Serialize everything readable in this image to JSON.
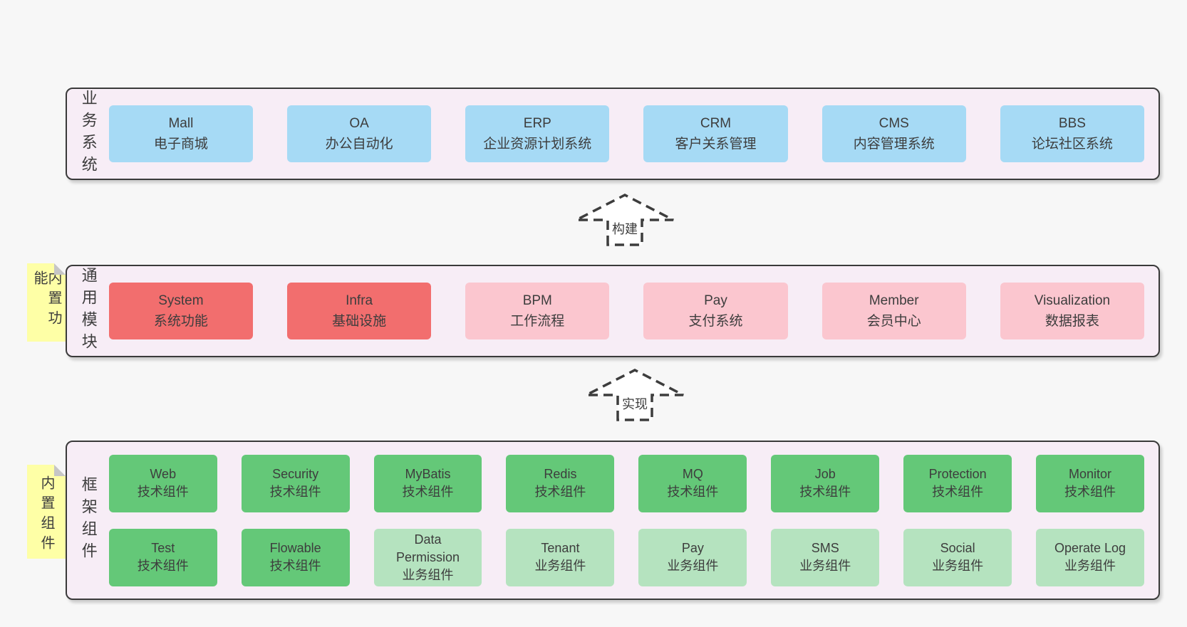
{
  "diagram": {
    "arrows": [
      {
        "label": "构建"
      },
      {
        "label": "实现"
      }
    ],
    "layers": [
      {
        "label": "业务系统",
        "boxes": [
          {
            "en": "Mall",
            "zh": "电子商城"
          },
          {
            "en": "OA",
            "zh": "办公自动化"
          },
          {
            "en": "ERP",
            "zh": "企业资源计划系统"
          },
          {
            "en": "CRM",
            "zh": "客户关系管理"
          },
          {
            "en": "CMS",
            "zh": "内容管理系统"
          },
          {
            "en": "BBS",
            "zh": "论坛社区系统"
          }
        ]
      },
      {
        "label": "通用模块",
        "note": "内置功能",
        "boxes": [
          {
            "en": "System",
            "zh": "系统功能"
          },
          {
            "en": "Infra",
            "zh": "基础设施"
          },
          {
            "en": "BPM",
            "zh": "工作流程"
          },
          {
            "en": "Pay",
            "zh": "支付系统"
          },
          {
            "en": "Member",
            "zh": "会员中心"
          },
          {
            "en": "Visualization",
            "zh": "数据报表"
          }
        ]
      },
      {
        "label": "框架组件",
        "note": "内置组件",
        "row1": [
          {
            "en": "Web",
            "zh": "技术组件"
          },
          {
            "en": "Security",
            "zh": "技术组件"
          },
          {
            "en": "MyBatis",
            "zh": "技术组件"
          },
          {
            "en": "Redis",
            "zh": "技术组件"
          },
          {
            "en": "MQ",
            "zh": "技术组件"
          },
          {
            "en": "Job",
            "zh": "技术组件"
          },
          {
            "en": "Protection",
            "zh": "技术组件"
          },
          {
            "en": "Monitor",
            "zh": "技术组件"
          }
        ],
        "row2": [
          {
            "en": "Test",
            "zh": "技术组件"
          },
          {
            "en": "Flowable",
            "zh": "技术组件"
          },
          {
            "en": "Data Permission",
            "zh": "业务组件"
          },
          {
            "en": "Tenant",
            "zh": "业务组件"
          },
          {
            "en": "Pay",
            "zh": "业务组件"
          },
          {
            "en": "SMS",
            "zh": "业务组件"
          },
          {
            "en": "Social",
            "zh": "业务组件"
          },
          {
            "en": "Operate Log",
            "zh": "业务组件"
          }
        ]
      }
    ],
    "colors": {
      "page_bg": "#f7f7f7",
      "layer_bg": "#f7edf6",
      "layer_border": "#3a3a3a",
      "box_blue": "#a6daf5",
      "box_red": "#f26e6e",
      "box_pink": "#fbc6cf",
      "box_green": "#64c878",
      "box_green_light": "#b5e3bf",
      "note_yellow": "#feffa6",
      "note_fold": "#c6c6c6",
      "text": "#3d3d3d"
    }
  }
}
